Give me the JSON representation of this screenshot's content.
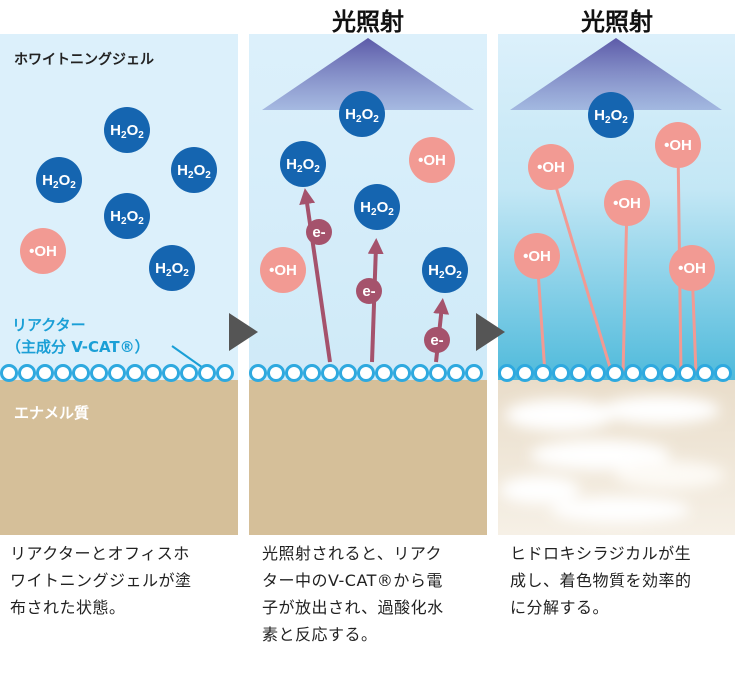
{
  "headings": {
    "light_2": "光照射",
    "light_3": "光照射"
  },
  "labels": {
    "gel": "ホワイトニングジェル",
    "reactor_line1": "リアクター",
    "reactor_line2": "（主成分 V-CAT®）",
    "enamel": "エナメル質"
  },
  "molecules": {
    "h2o2_main": "H",
    "h2o2_sub": "2",
    "h2o2_o": "O",
    "oh": "•OH",
    "electron": "e-"
  },
  "captions": [
    [
      "リアクターとオフィスホ",
      "ワイトニングジェルが塗",
      "布された状態。"
    ],
    [
      "光照射されると、リアク",
      "ター中のV-CAT®から電",
      "子が放出され、過酸化水",
      "素と反応する。"
    ],
    [
      "ヒドロキシラジカルが生",
      "成し、着色物質を効率的",
      "に分解する。"
    ]
  ],
  "colors": {
    "gel_light": "#dcf0fb",
    "gel_active": "#5fc3e0",
    "h2o2": "#1565b0",
    "oh": "#f29a93",
    "electron": "#a5526c",
    "reactor": "#2ea9df",
    "enamel": "#d5bf99",
    "light_beam": "#5c5aa8",
    "arrow": "#555555",
    "reactor_label": "#1a9fd6"
  }
}
